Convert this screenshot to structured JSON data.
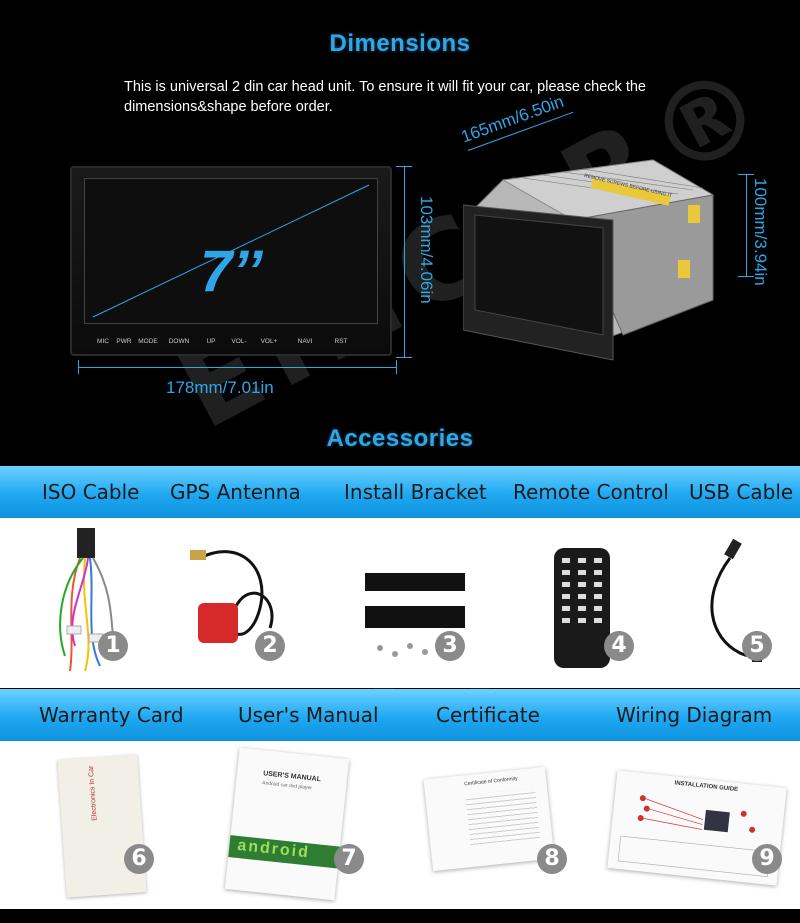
{
  "headings": {
    "dimensions": "Dimensions",
    "accessories": "Accessories"
  },
  "intro": "This is universal 2 din car head unit. To ensure it will fit your car, please check the dimensions&shape before order.",
  "screen_size": "7’’",
  "dims": {
    "width": "178mm/7.01in",
    "height_front": "103mm/4.06in",
    "depth": "165mm/6.50in",
    "height_side": "100mm/3.94in"
  },
  "unit_buttons": [
    "MIC",
    "PWR",
    "MODE",
    "DOWN",
    "UP",
    "VOL-",
    "VOL+",
    "NAVI",
    "RST"
  ],
  "side_label": "REMOVE SCREWS BEFORE USING IT",
  "accessories_row1": [
    "ISO Cable",
    "GPS Antenna",
    "Install Bracket",
    "Remote Control",
    "USB Cable"
  ],
  "accessories_row2": [
    "Warranty Card",
    "User's Manual",
    "Certificate",
    "Wiring Diagram"
  ],
  "numbers": [
    "1",
    "2",
    "3",
    "4",
    "5",
    "6",
    "7",
    "8",
    "9"
  ],
  "warranty_text": "Electronics In Car",
  "manual": {
    "title": "USER'S MANUAL",
    "subtitle": "Android car dvd player",
    "logo": "android"
  },
  "certificate_title": "Certificate of Conformity",
  "wiring_title": "INSTALLATION GUIDE",
  "watermark": "EINCAR®",
  "colors": {
    "accent": "#2fa6e8",
    "banner": "#1fa8f2",
    "background": "#000000"
  }
}
